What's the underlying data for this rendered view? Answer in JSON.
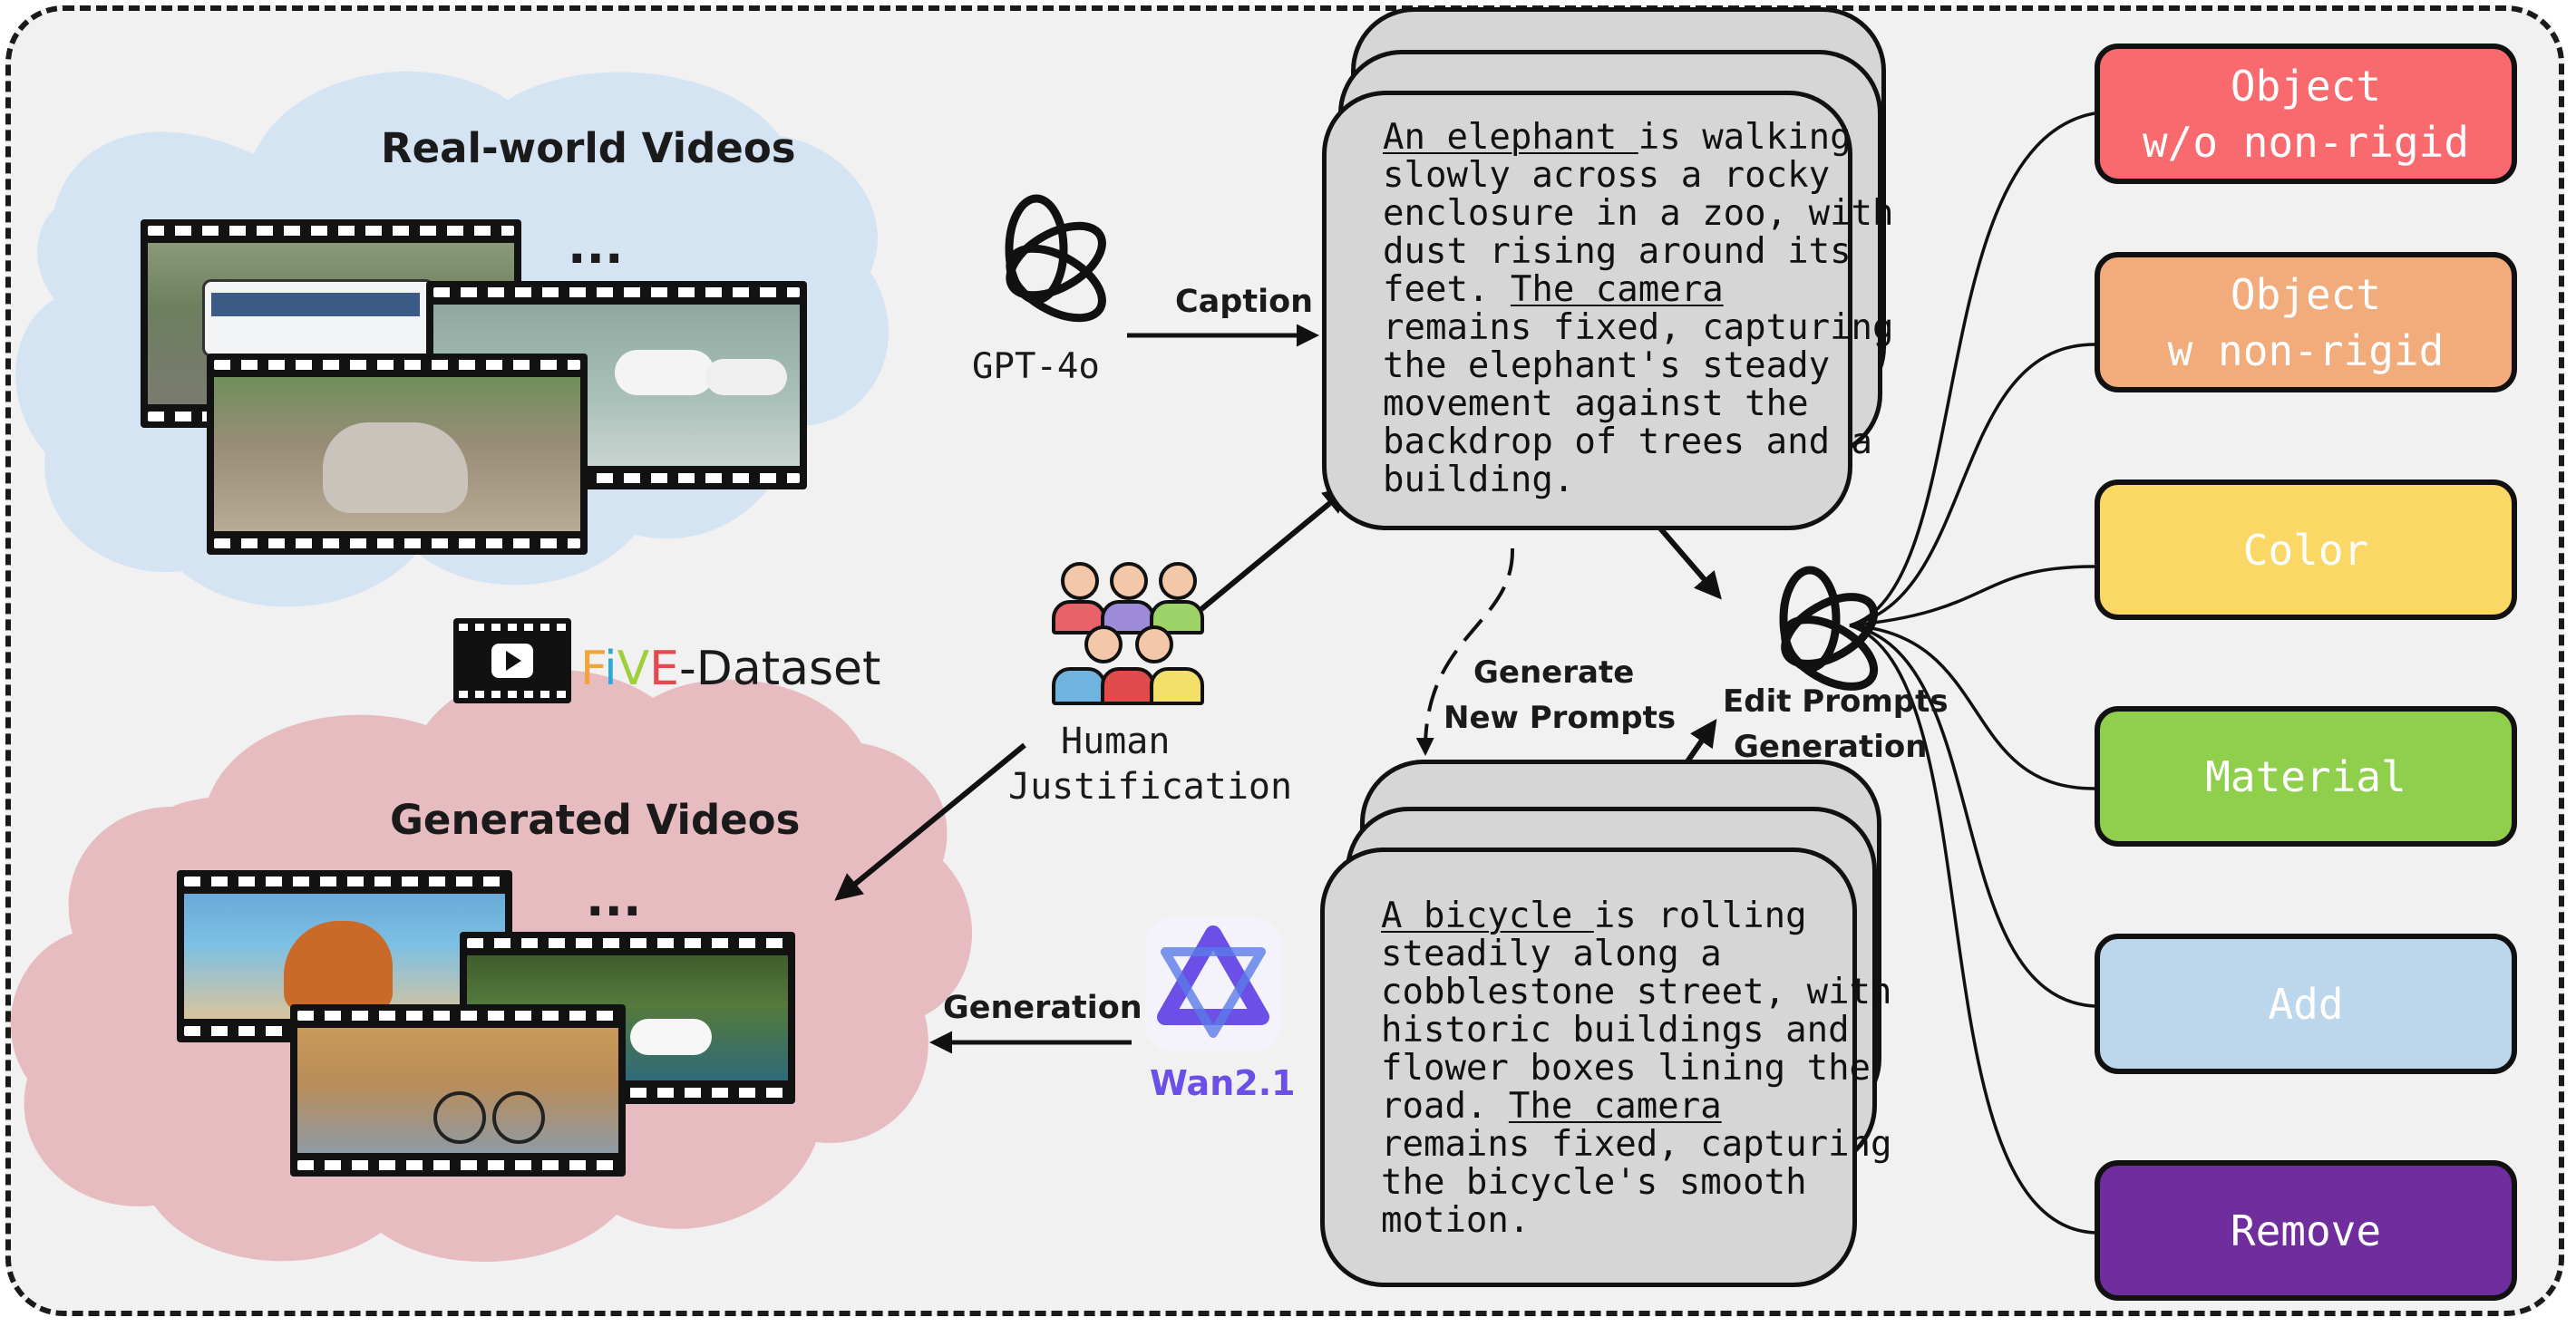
{
  "dataset": {
    "name_prefix": "F",
    "name_colored": "iVE",
    "name_suffix": "-Dataset",
    "letter_colors": [
      "#f2a33a",
      "#2aa9d8",
      "#9fcf3a",
      "#e5484d"
    ]
  },
  "real_videos": {
    "title": "Real-world Videos",
    "ellipsis": "..."
  },
  "generated_videos": {
    "title": "Generated Videos",
    "ellipsis": "..."
  },
  "gpt": {
    "label": "GPT-4o"
  },
  "wan": {
    "label": "Wan2.1",
    "color": "#6b4fe6"
  },
  "human": {
    "label_line1": "Human",
    "label_line2": "Justification"
  },
  "arrows": {
    "caption": "Caption",
    "generation": "Generation",
    "generate_new_line1": "Generate",
    "generate_new_line2": "New Prompts",
    "edit_prompts_line1": "Edit Prompts",
    "edit_prompts_line2": "Generation"
  },
  "caption_real": {
    "lines": [
      {
        "u": "An elephant ",
        "t": "is walking"
      },
      {
        "u": "",
        "t": "slowly across a rocky"
      },
      {
        "u": "",
        "t": "enclosure in a zoo, with"
      },
      {
        "u": "",
        "t": "dust rising around its"
      },
      {
        "u": "The camera",
        "t": "",
        "pre": "feet. "
      },
      {
        "u": "",
        "t": "remains fixed, capturing"
      },
      {
        "u": "",
        "t": "the elephant's steady"
      },
      {
        "u": "",
        "t": "movement against the"
      },
      {
        "u": "",
        "t": "backdrop of trees and a"
      },
      {
        "u": "",
        "t": "building."
      }
    ]
  },
  "caption_generated": {
    "lines": [
      {
        "u": "A bicycle ",
        "t": "is rolling"
      },
      {
        "u": "",
        "t": "steadily along a"
      },
      {
        "u": "",
        "t": "cobblestone street, with"
      },
      {
        "u": "",
        "t": "historic buildings and"
      },
      {
        "u": "",
        "t": "flower boxes lining the"
      },
      {
        "u": "The camera",
        "t": "",
        "pre": "road. "
      },
      {
        "u": "",
        "t": "remains fixed, capturing"
      },
      {
        "u": "",
        "t": "the bicycle's smooth"
      },
      {
        "u": "",
        "t": "motion."
      }
    ]
  },
  "categories": [
    {
      "label": "Object\nw/o non-rigid",
      "color": "#f86a6e",
      "text_color": "#ffffff"
    },
    {
      "label": "Object\nw non-rigid",
      "color": "#f2ac7c",
      "text_color": "#ffffff"
    },
    {
      "label": "Color",
      "color": "#fbd865",
      "text_color": "#ffffff"
    },
    {
      "label": "Material",
      "color": "#8fcf4c",
      "text_color": "#ffffff"
    },
    {
      "label": "Add",
      "color": "#bcd6ec",
      "text_color": "#ffffff"
    },
    {
      "label": "Remove",
      "color": "#702d9e",
      "text_color": "#ffffff"
    }
  ],
  "clouds": {
    "real_color": "#d5e4f3",
    "generated_color": "#e7bcc1"
  }
}
